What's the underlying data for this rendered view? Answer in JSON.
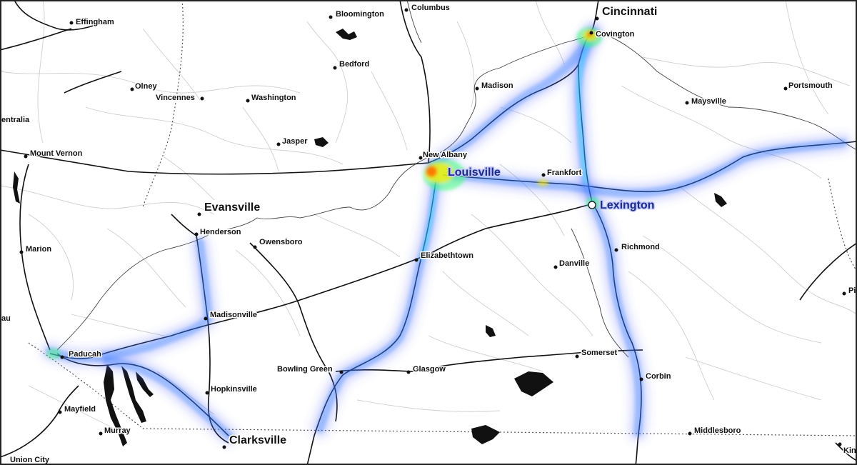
{
  "map": {
    "description_colors": {
      "heat_low": "#4a5cff",
      "heat_mid": "#29e0ff",
      "heat_high": "#ffee00",
      "heat_peak": "#ff6600"
    },
    "cities": {
      "effingham": "Effingham",
      "bloomington": "Bloomington",
      "columbus": "Columbus",
      "cincinnati": "Cincinnati",
      "covington": "Covington",
      "bedford": "Bedford",
      "olney": "Olney",
      "vincennes": "Vincennes",
      "washington": "Washington",
      "madison": "Madison",
      "portsmouth": "Portsmouth",
      "maysville": "Maysville",
      "centralia": "entralia",
      "jasper": "Jasper",
      "mount_vernon": "Mount Vernon",
      "new_albany": "New Albany",
      "louisville": "Louisville",
      "frankfort": "Frankfort",
      "lexington": "Lexington",
      "evansville": "Evansville",
      "henderson": "Henderson",
      "owensboro": "Owensboro",
      "marion": "Marion",
      "elizabethtown": "Elizabethtown",
      "richmond": "Richmond",
      "danville": "Danville",
      "pi": "Pi",
      "au": "au",
      "madisonville": "Madisonville",
      "paducah": "Paducah",
      "bowling_green": "Bowling Green",
      "glasgow": "Glasgow",
      "somerset": "Somerset",
      "corbin": "Corbin",
      "hopkinsville": "Hopkinsville",
      "mayfield": "Mayfield",
      "murray": "Murray",
      "clarksville": "Clarksville",
      "middlesboro": "Middlesboro",
      "union_city": "Union City",
      "kin": "Kin"
    }
  }
}
